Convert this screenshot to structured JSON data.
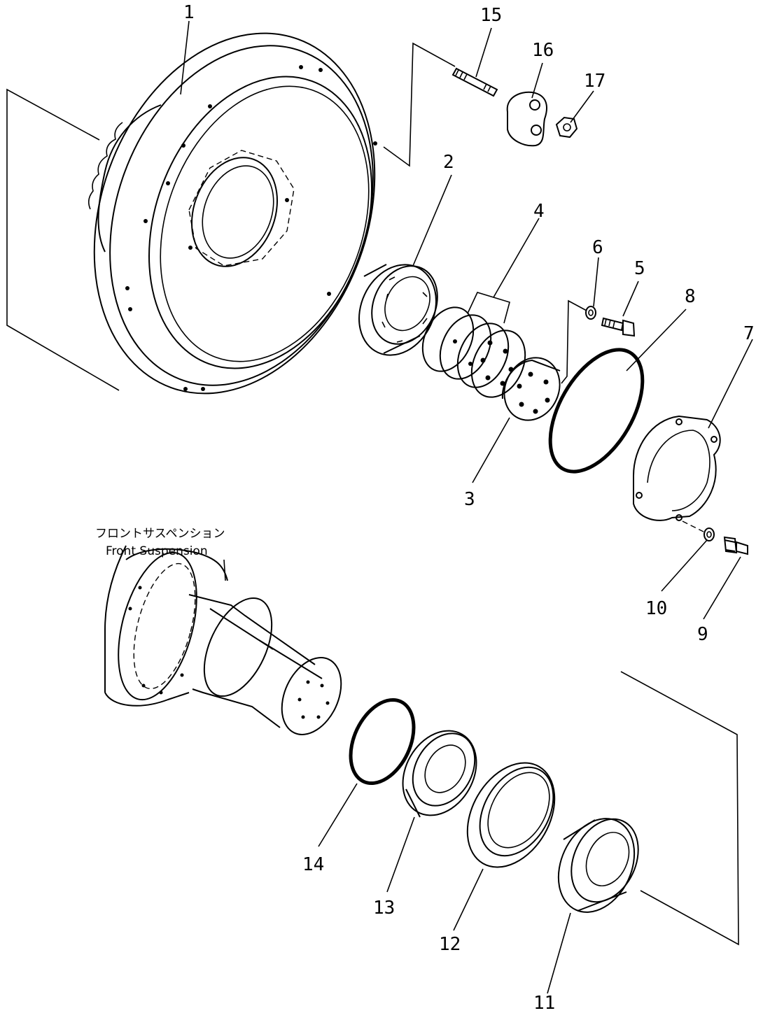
{
  "callouts": [
    "1",
    "2",
    "3",
    "4",
    "5",
    "6",
    "7",
    "8",
    "9",
    "10",
    "11",
    "12",
    "13",
    "14",
    "15",
    "16",
    "17"
  ],
  "reference": {
    "label_jp": "フロントサスペンション",
    "label_en": "Front Suspension"
  },
  "colors": {
    "line": "#000000",
    "background": "#ffffff"
  }
}
